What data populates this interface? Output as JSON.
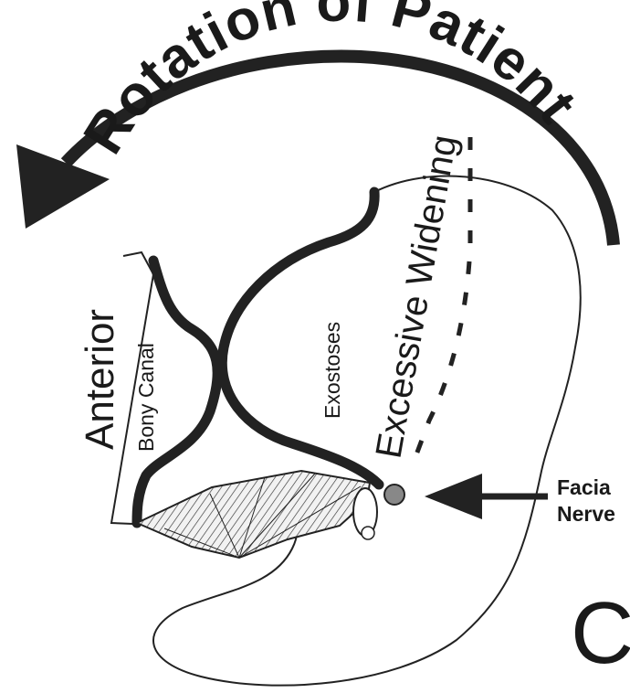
{
  "diagram": {
    "title": "Rotation of Patient",
    "labels": {
      "anterior": "Anterior",
      "bony_canal": "Bony Canal",
      "exostoses": "Exostoses",
      "excessive_widening": "Excessive Widening",
      "facial_nerve_line1": "Facia",
      "facial_nerve_line2": "Nerve",
      "corner_letter": "C"
    },
    "colors": {
      "ink": "#1a1a1a",
      "background": "#ffffff"
    }
  }
}
